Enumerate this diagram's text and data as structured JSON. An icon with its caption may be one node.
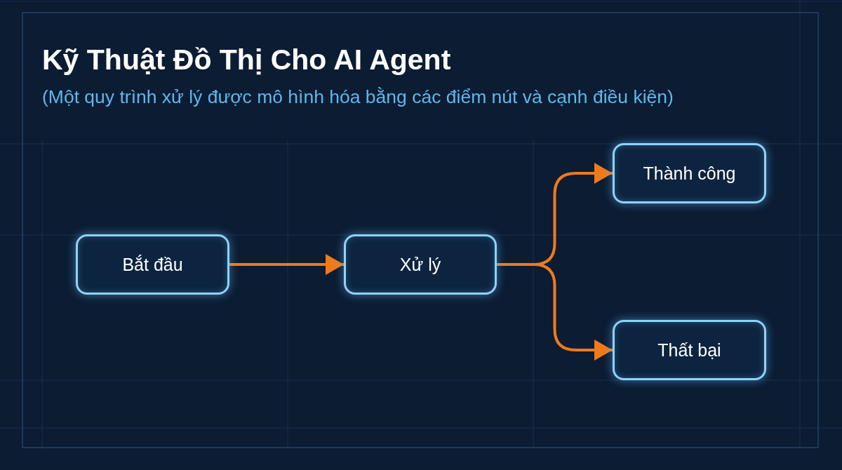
{
  "diagram": {
    "title": "Kỹ Thuật Đồ Thị Cho AI Agent",
    "caption": "(Một quy trình xử lý được mô hình hóa bằng các điểm nút và cạnh điều kiện)",
    "nodes": [
      {
        "text": [
          "Bắt đầu"
        ]
      },
      {
        "text": [
          "Xử lý"
        ]
      },
      {
        "text": [
          "Thành công"
        ]
      },
      {
        "text": [
          "Thất bại"
        ]
      }
    ],
    "edges": [
      {
        "from": 0,
        "to": 1,
        "arrow": "to"
      },
      {
        "from": 1,
        "to": 2,
        "arrow": "to"
      },
      {
        "from": 1,
        "to": 3,
        "arrow": "to"
      }
    ]
  }
}
